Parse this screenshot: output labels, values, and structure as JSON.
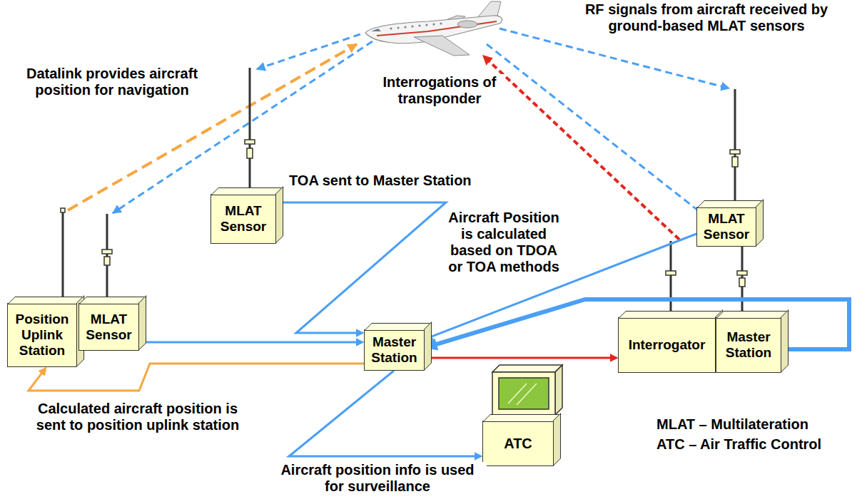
{
  "diagram": {
    "nodes": [
      {
        "text": [
          "MLAT Sensor"
        ]
      },
      {
        "text": [
          "MLAT Sensor"
        ]
      },
      {
        "text": [
          "Position Uplink Station"
        ]
      },
      {
        "text": [
          "MLAT Sensor"
        ]
      },
      {
        "text": [
          "Interrogator"
        ]
      },
      {
        "text": [
          "Master Station"
        ]
      },
      {
        "text": [
          "ATC"
        ]
      },
      {
        "text": [
          "Master Station"
        ]
      }
    ],
    "edges": [
      {
        "from": 0,
        "to": 7,
        "arrow": "to"
      },
      {
        "from": 3,
        "to": 7,
        "arrow": "to"
      },
      {
        "from": 1,
        "to": 7,
        "arrow": "to"
      },
      {
        "from": 5,
        "to": 7,
        "arrow": "to"
      },
      {
        "from": 7,
        "to": 4,
        "arrow": "to"
      },
      {
        "from": 7,
        "to": 2,
        "arrow": "to"
      },
      {
        "from": 7,
        "to": 6,
        "arrow": "to"
      }
    ],
    "labels": [
      "RF signals from aircraft received by ground-based MLAT sensors",
      "Datalink provides aircraft position for navigation",
      "Interrogations of transponder",
      "TOA sent to Master Station",
      "Aircraft Position is calculated based on TDOA or TOA methods",
      "Calculated aircraft position is sent to position uplink station",
      "Aircraft position info is used for surveillance",
      "MLAT – Multilateration",
      "ATC – Air Traffic Control"
    ]
  }
}
